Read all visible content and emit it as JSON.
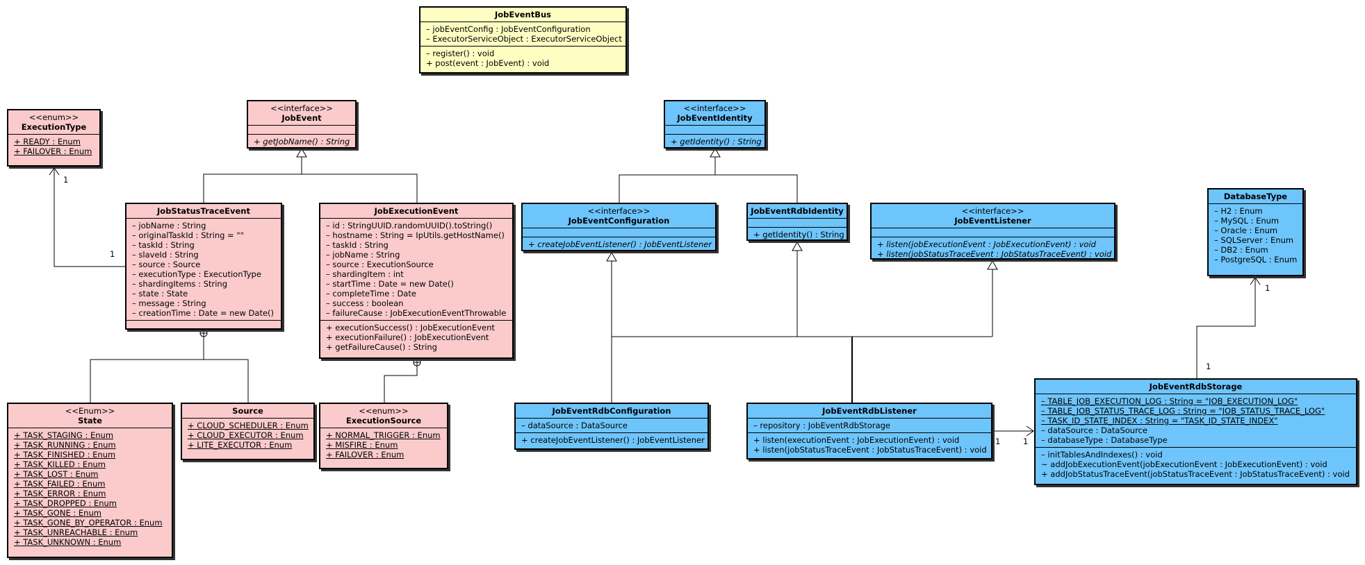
{
  "classes": {
    "bus": {
      "stereotype": "",
      "name": "JobEventBus",
      "attributes": [
        "– jobEventConfig : JobEventConfiguration",
        "– ExecutorServiceObject : ExecutorServiceObject"
      ],
      "methods": [
        "– register() : void",
        "+ post(event : JobEvent) : void"
      ]
    },
    "exectype": {
      "stereotype": "<<enum>>",
      "name": "ExecutionType",
      "attributes": [
        "+ READY : Enum",
        "+ FAILOVER : Enum"
      ],
      "methods": []
    },
    "jobevent": {
      "stereotype": "<<interface>>",
      "name": "JobEvent",
      "attributes": [],
      "methods": [
        "+ getJobName() : String"
      ]
    },
    "jst": {
      "stereotype": "",
      "name": "JobStatusTraceEvent",
      "attributes": [
        "– jobName : String",
        "– originalTaskId : String = \"\"",
        "– taskId : String",
        "– slaveId : String",
        "– source : Source",
        "– executionType : ExecutionType",
        "– shardingItems : String",
        "– state : State",
        "– message : String",
        "– creationTime : Date = new Date()"
      ],
      "methods": []
    },
    "jee": {
      "stereotype": "",
      "name": "JobExecutionEvent",
      "attributes": [
        "– id : StringUUID.randomUUID().toString()",
        "– hostname : String = IpUtils.getHostName()",
        "– taskId : String",
        "– jobName : String",
        "– source : ExecutionSource",
        "– shardingItem : int",
        "– startTime : Date = new Date()",
        "– completeTime : Date",
        "– success : boolean",
        "– failureCause : JobExecutionEventThrowable"
      ],
      "methods": [
        "+ executionSuccess() : JobExecutionEvent",
        "+ executionFailure() : JobExecutionEvent",
        "+ getFailureCause() : String"
      ]
    },
    "state": {
      "stereotype": "<<Enum>>",
      "name": "State",
      "attributes": [
        "+ TASK_STAGING : Enum",
        "+ TASK_RUNNING : Enum",
        "+ TASK_FINISHED : Enum",
        "+ TASK_KILLED : Enum",
        "+ TASK_LOST : Enum",
        "+ TASK_FAILED : Enum",
        "+ TASK_ERROR : Enum",
        "+ TASK_DROPPED : Enum",
        "+ TASK_GONE : Enum",
        "+ TASK_GONE_BY_OPERATOR : Enum",
        "+ TASK_UNREACHABLE : Enum",
        "+ TASK_UNKNOWN : Enum"
      ],
      "methods": []
    },
    "source": {
      "stereotype": "",
      "name": "Source",
      "attributes": [
        "+ CLOUD_SCHEDULER : Enum",
        "+ CLOUD_EXECUTOR : Enum",
        "+ LITE_EXECUTOR : Enum"
      ],
      "methods": []
    },
    "execsource": {
      "stereotype": "<<enum>>",
      "name": "ExecutionSource",
      "attributes": [
        "+ NORMAL_TRIGGER : Enum",
        "+ MISFIRE : Enum",
        "+ FAILOVER : Enum"
      ],
      "methods": []
    },
    "identity": {
      "stereotype": "<<interface>>",
      "name": "JobEventIdentity",
      "attributes": [],
      "methods": [
        "+ getIdentity() : String"
      ]
    },
    "config": {
      "stereotype": "<<interface>>",
      "name": "JobEventConfiguration",
      "attributes": [],
      "methods": [
        "+ createJobEventListener() : JobEventListener"
      ]
    },
    "rdbid": {
      "stereotype": "",
      "name": "JobEventRdbIdentity",
      "attributes": [],
      "methods": [
        "+ getIdentity() : String"
      ]
    },
    "listener": {
      "stereotype": "<<interface>>",
      "name": "JobEventListener",
      "attributes": [],
      "methods": [
        "+ listen(jobExecutionEvent : JobExecutionEvent) : void",
        "+ listen(jobStatusTraceEvent : JobStatusTraceEvent) : void"
      ]
    },
    "dbtype": {
      "stereotype": "",
      "name": "DatabaseType",
      "attributes": [
        "– H2 : Enum",
        "– MySQL : Enum",
        "– Oracle : Enum",
        "– SQLServer : Enum",
        "– DB2 : Enum",
        "– PostgreSQL : Enum"
      ],
      "methods": []
    },
    "rdbconfig": {
      "stereotype": "",
      "name": "JobEventRdbConfiguration",
      "attributes": [
        "– dataSource : DataSource"
      ],
      "methods": [
        "+ createJobEventListener() : JobEventListener"
      ]
    },
    "rdblistener": {
      "stereotype": "",
      "name": "JobEventRdbListener",
      "attributes": [
        "– repository : JobEventRdbStorage"
      ],
      "methods": [
        "+ listen(executionEvent : JobExecutionEvent) : void",
        "+ listen(jobStatusTraceEvent : JobStatusTraceEvent) : void"
      ]
    },
    "storage": {
      "stereotype": "",
      "name": "JobEventRdbStorage",
      "attributes": [
        "– TABLE_JOB_EXECUTION_LOG : String = \"JOB_EXECUTION_LOG\"",
        "– TABLE_JOB_STATUS_TRACE_LOG : String = \"JOB_STATUS_TRACE_LOG\"",
        "– TASK_ID_STATE_INDEX : String = \"TASK_ID_STATE_INDEX\"",
        "– dataSource : DataSource",
        "– databaseType : DatabaseType"
      ],
      "methods": [
        "– initTablesAndIndexes() : void",
        "~ addJobExecutionEvent(jobExecutionEvent : JobExecutionEvent) : void",
        "+ addJobStatusTraceEvent(jobStatusTraceEvent : JobStatusTraceEvent) : void"
      ]
    }
  },
  "multiplicities": {
    "exectype_end": "1",
    "jst_end": "1",
    "dbtype_end": "1",
    "storage_end": "1",
    "listener_end": "1",
    "storage_assoc_end": "1"
  },
  "colors": {
    "pink": "#fbcbcc",
    "blue": "#6ec5fb",
    "yellow": "#fefec2"
  }
}
